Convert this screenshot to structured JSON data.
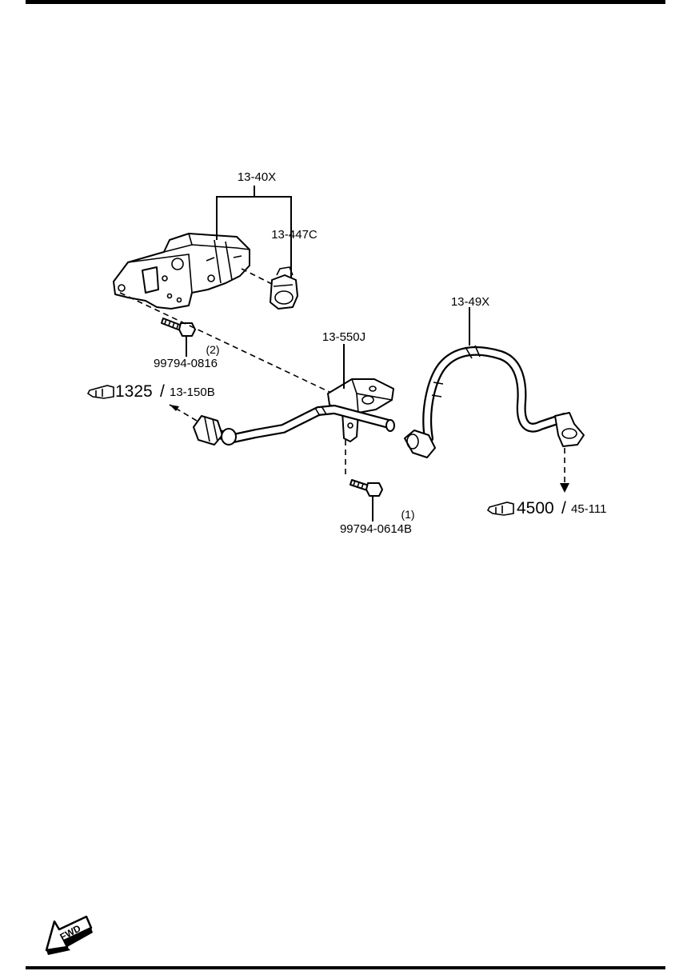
{
  "diagram": {
    "labels": {
      "assembly": "13-40X",
      "clip": "13-447C",
      "bolt_upper": "99794-0816",
      "bolt_upper_qty": "(2)",
      "bracket": "13-550J",
      "hose": "13-49X",
      "bolt_lower": "99794-0614B",
      "bolt_lower_qty": "(1)"
    },
    "refs": {
      "left_number": "1325",
      "left_page": "13-150B",
      "right_number": "4500",
      "right_page": "45-111"
    },
    "fwd_label": "FWD",
    "icons": {
      "reference": "pointing-hand-icon",
      "direction": "fwd-arrow-icon"
    },
    "colors": {
      "ink": "#000000",
      "paper": "#ffffff"
    }
  }
}
